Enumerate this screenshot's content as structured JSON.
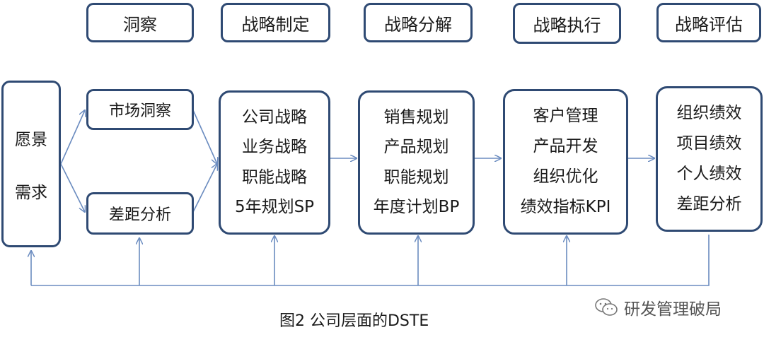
{
  "headers": [
    "洞察",
    "战略制定",
    "战略分解",
    "战略执行",
    "战略评估"
  ],
  "vision": [
    "愿景",
    "需求"
  ],
  "insight": [
    "市场洞察",
    "差距分析"
  ],
  "formulation": [
    "公司战略",
    "业务战略",
    "职能战略",
    "5年规划SP"
  ],
  "decomposition": [
    "销售规划",
    "产品规划",
    "职能规划",
    "年度计划BP"
  ],
  "execution": [
    "客户管理",
    "产品开发",
    "组织优化",
    "绩效指标KPI"
  ],
  "evaluation": [
    "组织绩效",
    "项目绩效",
    "个人绩效",
    "差距分析"
  ],
  "caption": "图2 公司层面的DSTE",
  "watermark": "研发管理破局"
}
